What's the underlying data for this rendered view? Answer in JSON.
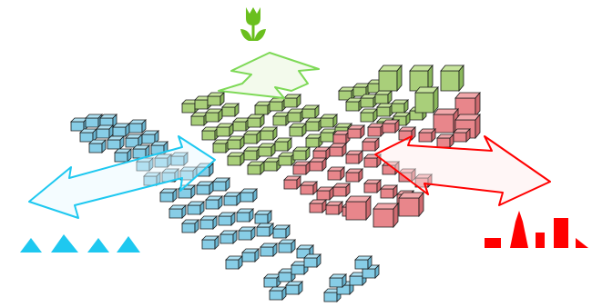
{
  "colors": {
    "background": "#ffffff",
    "green_fill": "#a9cf7a",
    "green_top": "#c6e39c",
    "green_side": "#8bb85c",
    "green_arrow": "#7ed957",
    "tulip": "#6abf1e",
    "red_fill": "#e8868b",
    "red_top": "#f2a8ab",
    "red_side": "#cf6a70",
    "red_arrow": "#ff0000",
    "blue_fill": "#87cde6",
    "blue_top": "#ade0f2",
    "blue_side": "#69b5d1",
    "blue_arrow": "#1ec8f0",
    "outline": "#1a1a1a"
  },
  "icons": {
    "top": "tulip-icon",
    "left": "houses-icon",
    "right": "factory-buildings-icon"
  },
  "arrows": {
    "green": "double-headed-arrow-vertical",
    "blue": "double-headed-arrow-left-right",
    "red": "double-headed-arrow-left-right"
  }
}
